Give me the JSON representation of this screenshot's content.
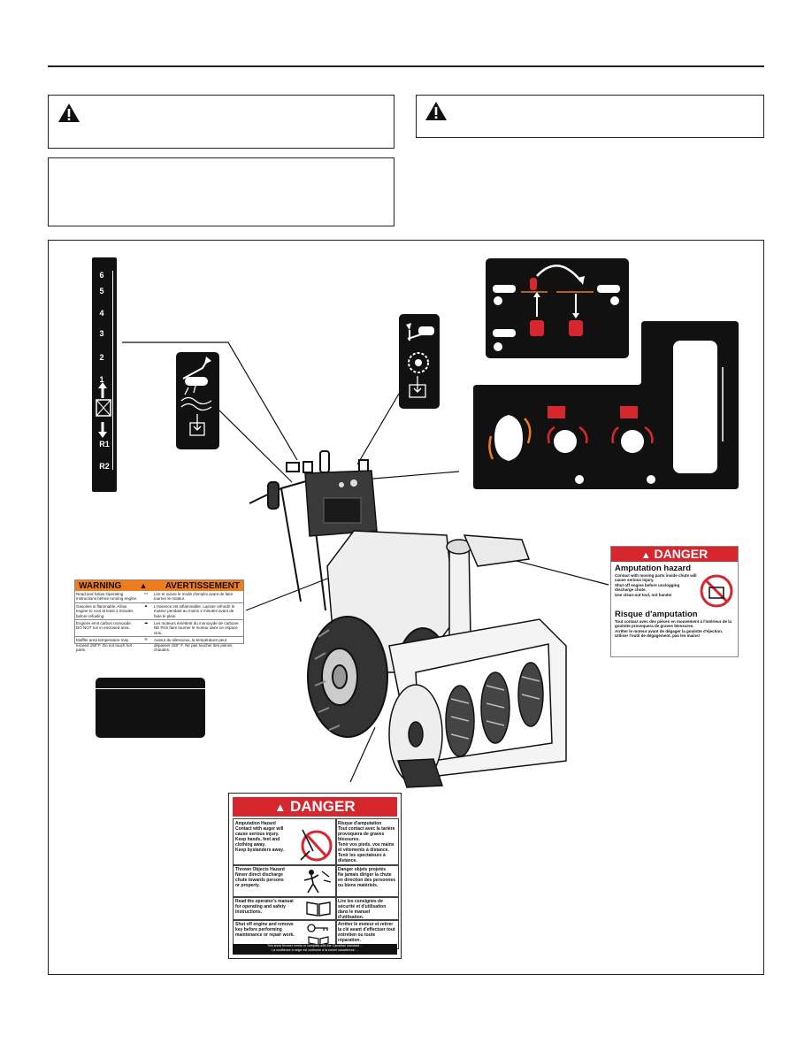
{
  "speed_strip": {
    "forward": [
      "6",
      "5",
      "4",
      "3",
      "2",
      "1"
    ],
    "reverse": [
      "R1",
      "R2"
    ]
  },
  "warning_label": {
    "header_left": "WARNING",
    "header_right": "AVERTISSEMENT",
    "rows": [
      {
        "en": "Read and follow Operating Instructions before running engine.",
        "fr": "Lire et suivre le mode d'emploi avant de faire tourner le moteur."
      },
      {
        "en": "Gasoline is flammable. Allow engine to cool at least 2 minutes before refueling.",
        "fr": "L'essence est inflammable. Laisser refroidir le moteur pendant au moins 2 minutes avant de faire le plein."
      },
      {
        "en": "Engines emit carbon monoxide. DO NOT run in enclosed area.",
        "fr": "Les moteurs émettent du monoxyde de carbone. NE PAS faire tourner le moteur dans un espace clos."
      },
      {
        "en": "Muffler area temperature may exceed 150°F. Do not touch hot parts.",
        "fr": "Autour du silencieux, la température peut dépasser 150° F. Ne pas toucher des pièces chaudes."
      }
    ]
  },
  "danger_right": {
    "header": "DANGER",
    "title_en": "Amputation hazard",
    "body_en": "Contact with moving parts inside chute will cause serious injury.",
    "bullets_en": [
      "Shut off engine before unclogging discharge chute.",
      "Use clean-out tool, not hands!"
    ],
    "title_fr": "Risque d'amputation",
    "body_fr": "Tout contact avec des pièces en mouvement à l'intérieur de la goulotte provoquera de graves blessures.",
    "bullets_fr": [
      "Arrêter le moteur avant de dégager la goulotte d'éjection.",
      "Utiliser l'outil de dégagement, pas les mains!"
    ]
  },
  "danger_bottom": {
    "header": "DANGER",
    "cells": [
      {
        "title": "Amputation Hazard",
        "bullets": [
          "Contact with auger will cause serious injury.",
          "Keep hands, feet and clothing away.",
          "Keep bystanders away."
        ]
      },
      {
        "title": "Risque d'amputation",
        "bullets": [
          "Tout contact avec la tarière provoquera de graves blessures.",
          "Tenir vos pieds, vos mains et vêtements à distance.",
          "Tenir les spectateurs à distance."
        ]
      },
      {
        "title": "Thrown Objects Hazard",
        "bullets": [
          "Never direct discharge chute towards persons or property."
        ]
      },
      {
        "title": "Danger objets projetés",
        "bullets": [
          "Ne jamais diriger la chute en direction des personnes ou biens matériels."
        ]
      },
      {
        "title": "",
        "bullets": [
          "Read the operator's manual for operating and safety instructions."
        ]
      },
      {
        "title": "",
        "bullets": [
          "Lire les consignes de sécurité et d'utilisation dans le manuel d'utilisation."
        ]
      },
      {
        "title": "",
        "bullets": [
          "Shut off engine and remove key before performing maintenance or repair work."
        ]
      },
      {
        "title": "",
        "bullets": [
          "Arrêter le moteur et retirer la clé avant d'effectuer tout entretien ou toute réparation."
        ]
      }
    ],
    "footer1": "This snow thrower meets or complies with the Canadian standard ...",
    "footer2": "La souffleuse à neige est conforme à la norme canadienne ..."
  },
  "colors": {
    "danger_red": "#d6262e",
    "warning_orange": "#ee7d1f",
    "label_black": "#111111"
  }
}
